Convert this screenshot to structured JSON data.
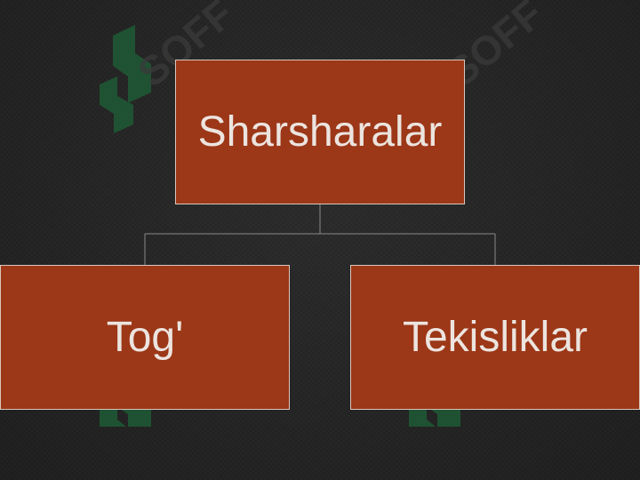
{
  "diagram": {
    "root": {
      "label": "Sharsharalar"
    },
    "children": [
      {
        "label": "Tog'"
      },
      {
        "label": "Tekisliklar"
      }
    ]
  },
  "watermark": {
    "text": "SOFF",
    "colors": {
      "mark_left": "#1e5a35",
      "mark_right": "#6b4a1c",
      "text": "#3a3a3a"
    }
  },
  "colors": {
    "background": "#262626",
    "node_fill": "#9c3717",
    "node_border": "#d9c8bf",
    "node_text": "#ece4df",
    "connector": "#8a8a8a"
  }
}
